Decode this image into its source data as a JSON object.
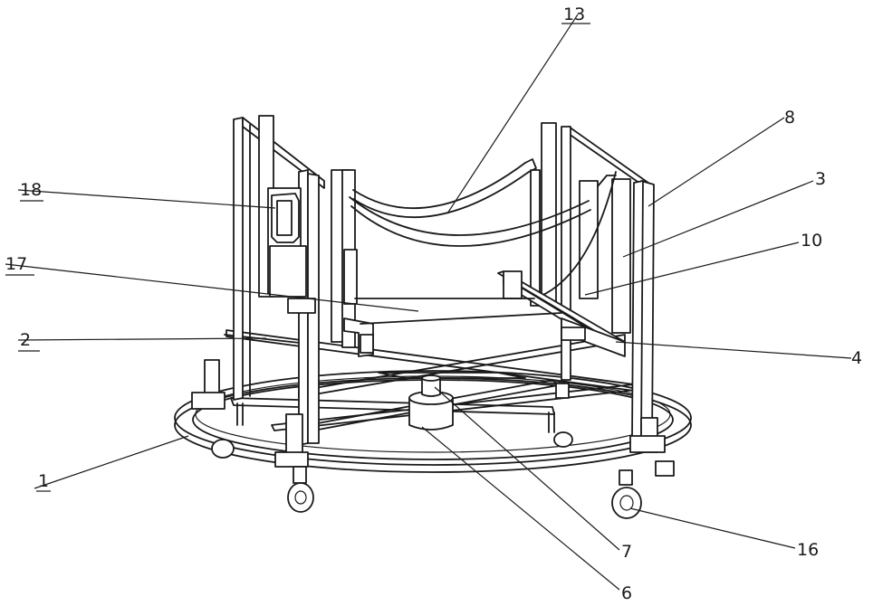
{
  "labels": {
    "l1": "1",
    "l2": "2",
    "l3": "3",
    "l4": "4",
    "l6": "6",
    "l7": "7",
    "l8": "8",
    "l10": "10",
    "l13": "13",
    "l16": "16",
    "l17": "17",
    "l18": "18"
  }
}
